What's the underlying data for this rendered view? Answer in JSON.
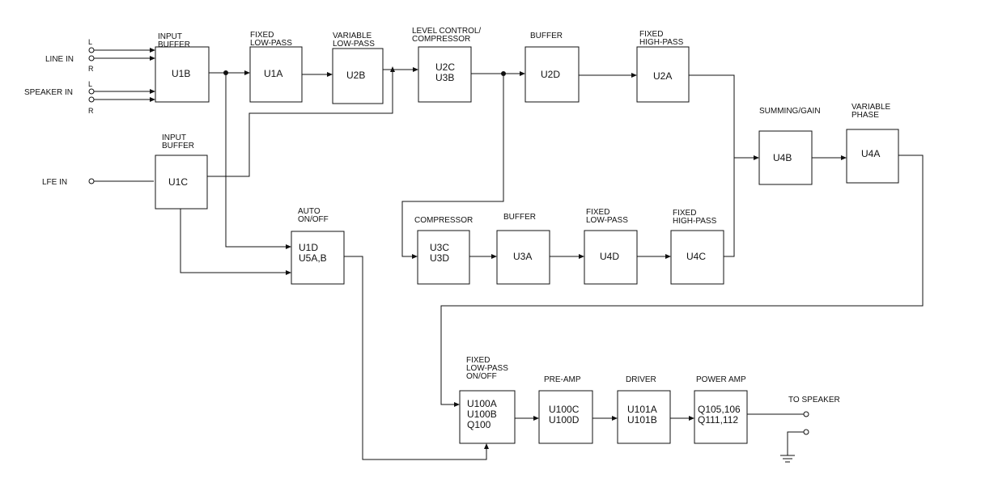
{
  "inputs": {
    "line_in": "LINE IN",
    "speaker_in": "SPEAKER IN",
    "lfe_in": "LFE IN",
    "left": "L",
    "right": "R"
  },
  "output": {
    "to_speaker": "TO SPEAKER"
  },
  "blocks": [
    {
      "id": "u1b",
      "caption": [
        "INPUT",
        "BUFFER"
      ],
      "label": [
        "U1B"
      ]
    },
    {
      "id": "u1a",
      "caption": [
        "FIXED",
        "LOW-PASS"
      ],
      "label": [
        "U1A"
      ]
    },
    {
      "id": "u2b",
      "caption": [
        "VARIABLE",
        "LOW-PASS"
      ],
      "label": [
        "U2B"
      ]
    },
    {
      "id": "u2c",
      "caption": [
        "LEVEL CONTROL/",
        "COMPRESSOR"
      ],
      "label": [
        "U2C",
        "U3B"
      ]
    },
    {
      "id": "u2d",
      "caption": [
        "BUFFER"
      ],
      "label": [
        "U2D"
      ]
    },
    {
      "id": "u2a",
      "caption": [
        "FIXED",
        "HIGH-PASS"
      ],
      "label": [
        "U2A"
      ]
    },
    {
      "id": "u1c",
      "caption": [
        "INPUT",
        "BUFFER"
      ],
      "label": [
        "U1C"
      ]
    },
    {
      "id": "u4b",
      "caption": [
        "SUMMING/GAIN"
      ],
      "label": [
        "U4B"
      ]
    },
    {
      "id": "u4a",
      "caption": [
        "VARIABLE",
        "PHASE"
      ],
      "label": [
        "U4A"
      ]
    },
    {
      "id": "u1d",
      "caption": [
        "AUTO",
        "ON/OFF"
      ],
      "label": [
        "U1D",
        "U5A,B"
      ]
    },
    {
      "id": "u3c",
      "caption": [
        "COMPRESSOR"
      ],
      "label": [
        "U3C",
        "U3D"
      ]
    },
    {
      "id": "u3a",
      "caption": [
        "BUFFER"
      ],
      "label": [
        "U3A"
      ]
    },
    {
      "id": "u4d",
      "caption": [
        "FIXED",
        "LOW-PASS"
      ],
      "label": [
        "U4D"
      ]
    },
    {
      "id": "u4c",
      "caption": [
        "FIXED",
        "HIGH-PASS"
      ],
      "label": [
        "U4C"
      ]
    },
    {
      "id": "u100",
      "caption": [
        "FIXED",
        "LOW-PASS",
        "ON/OFF"
      ],
      "label": [
        "U100A",
        "U100B",
        "Q100"
      ]
    },
    {
      "id": "u100c",
      "caption": [
        "PRE-AMP"
      ],
      "label": [
        "U100C",
        "U100D"
      ]
    },
    {
      "id": "u101",
      "caption": [
        "DRIVER"
      ],
      "label": [
        "U101A",
        "U101B"
      ]
    },
    {
      "id": "q105",
      "caption": [
        "POWER AMP"
      ],
      "label": [
        "Q105,106",
        "Q111,112"
      ]
    }
  ]
}
